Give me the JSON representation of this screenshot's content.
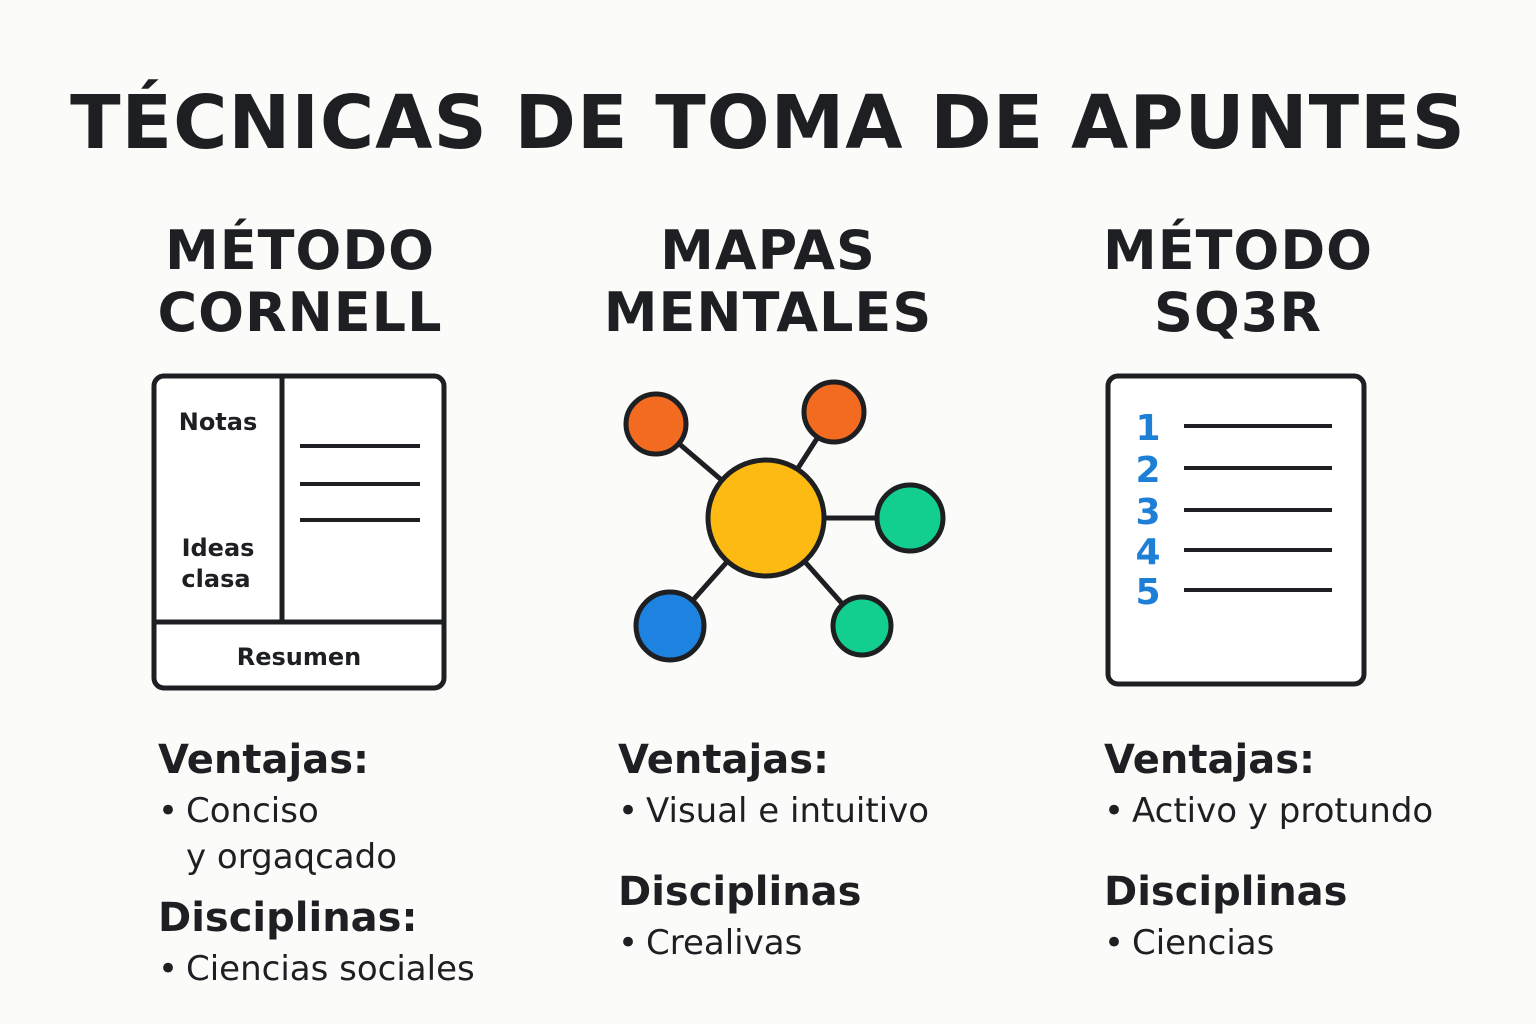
{
  "title": "TÉCNICAS DE TOMA DE APUNTES",
  "columns": [
    {
      "heading": [
        "MÉTODO",
        "CORNELL"
      ],
      "diagram": {
        "notes": "Notas",
        "ideas": [
          "Ideas",
          "clasa"
        ],
        "summary": "Resumen"
      },
      "advantages_label": "Ventajas:",
      "advantages": [
        "Conciso",
        "y orgaɋcado"
      ],
      "disciplines_label": "Disciplinas:",
      "disciplines": [
        "Ciencias sociales"
      ]
    },
    {
      "heading": [
        "MAPAS",
        "MENTALES"
      ],
      "diagram": {
        "node_colors": [
          "#fdba12",
          "#f26b21",
          "#f26b21",
          "#12cf8f",
          "#1d82e0",
          "#12cf8f"
        ]
      },
      "advantages_label": "Ventajas:",
      "advantages": [
        "Visual e intuitivo"
      ],
      "disciplines_label": "Disciplinas",
      "disciplines": [
        "Crealivas"
      ]
    },
    {
      "heading": [
        "MÉTODO",
        "SQ3R"
      ],
      "diagram": {
        "numbers": [
          "1",
          "2",
          "3",
          "4",
          "5"
        ],
        "number_color": "#1e7fd6"
      },
      "advantages_label": "Ventajas:",
      "advantages": [
        "Activo y protundo"
      ],
      "disciplines_label": "Disciplinas",
      "disciplines": [
        "Ciencias"
      ]
    }
  ]
}
